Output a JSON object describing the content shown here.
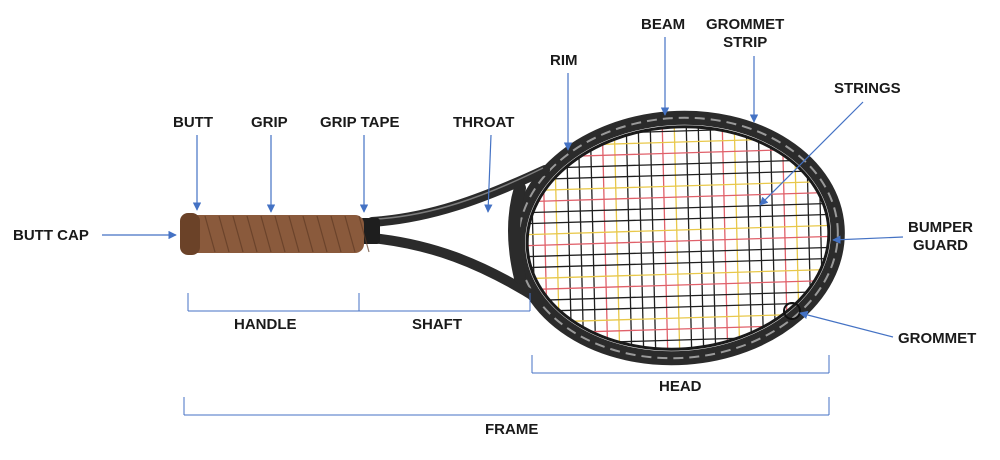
{
  "diagram": {
    "labels": {
      "butt": "BUTT",
      "grip": "GRIP",
      "grip_tape": "GRIP TAPE",
      "throat": "THROAT",
      "rim": "RIM",
      "beam": "BEAM",
      "grommet_strip_line1": "GROMMET",
      "grommet_strip_line2": "STRIP",
      "strings": "STRINGS",
      "butt_cap": "BUTT CAP",
      "bumper_guard_line1": "BUMPER",
      "bumper_guard_line2": "GUARD",
      "grommet": "GROMMET",
      "handle": "HANDLE",
      "shaft": "SHAFT",
      "head": "HEAD",
      "frame": "FRAME"
    },
    "colors": {
      "arrow": "#4472c4",
      "bracket": "#4472c4",
      "frame": "#2b2b2b",
      "frame_highlight": "#8a8a8a",
      "grip": "#8a5a3c",
      "grip_dark": "#5e3a24",
      "string_main": "#1f1f1f",
      "string_cross": "#1f1f1f",
      "string_red": "#e0606a",
      "string_yellow": "#e8c84a",
      "text": "#1a1a1a"
    }
  }
}
